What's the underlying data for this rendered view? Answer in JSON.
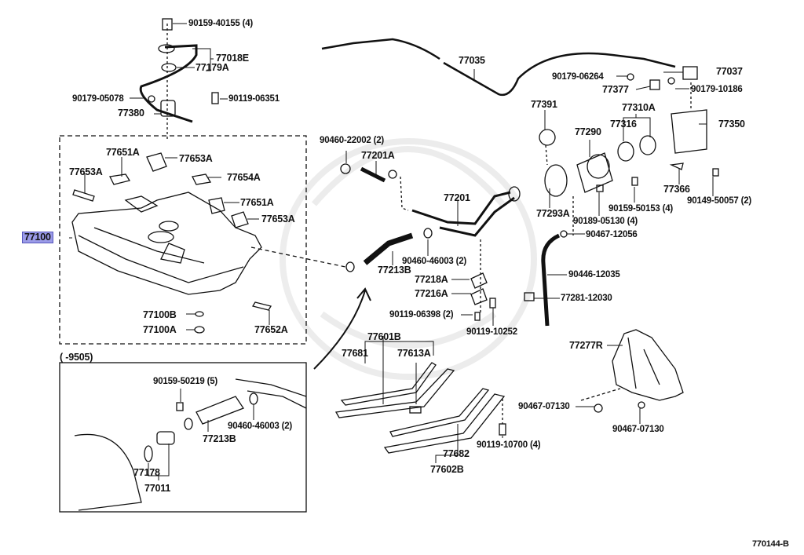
{
  "diagram": {
    "type": "exploded parts diagram",
    "subject": "Fuel tank & fuel tube assembly",
    "diagram_code": "770144-B",
    "highlighted_part": "77100",
    "inset_note": "(       -9505)"
  },
  "labels": {
    "p90159_40155": "90159-40155 (4)",
    "p77018E": "77018E",
    "p77179A": "77179A",
    "p90179_05078": "90179-05078",
    "p90119_06351": "90119-06351",
    "p77380": "77380",
    "p77100": "77100",
    "p77651A_1": "77651A",
    "p77653A_1": "77653A",
    "p77653A_2": "77653A",
    "p77654A": "77654A",
    "p77651A_2": "77651A",
    "p77653A_3": "77653A",
    "p77100B": "77100B",
    "p77100A": "77100A",
    "p77652A": "77652A",
    "p77035": "77035",
    "p90460_22002": "90460-22002 (2)",
    "p77201A": "77201A",
    "p77201": "77201",
    "p90460_46003": "90460-46003 (2)",
    "p77213B": "77213B",
    "p77218A": "77218A",
    "p77216A": "77216A",
    "p90119_06398": "90119-06398 (2)",
    "p90119_10252": "90119-10252",
    "p77601B": "77601B",
    "p77681": "77681",
    "p77613A": "77613A",
    "p77682": "77682",
    "p77602B": "77602B",
    "p90119_10700": "90119-10700 (4)",
    "p77037": "77037",
    "p90179_06264": "90179-06264",
    "p77377": "77377",
    "p90179_10186": "90179-10186",
    "p77391": "77391",
    "p77310A": "77310A",
    "p77316": "77316",
    "p77290": "77290",
    "p77350": "77350",
    "p77293A": "77293A",
    "p90189_05130": "90189-05130 (4)",
    "p90159_50153": "90159-50153 (4)",
    "p77366": "77366",
    "p90149_50057": "90149-50057 (2)",
    "p90467_12056": "90467-12056",
    "p90446_12035": "90446-12035",
    "p77281_12030": "77281-12030",
    "p77277R": "77277R",
    "p90467_07130_a": "90467-07130",
    "p90467_07130_b": "90467-07130",
    "inset_90159_50219": "90159-50219 (5)",
    "inset_90460_46003": "90460-46003 (2)",
    "inset_77213B": "77213B",
    "inset_77178": "77178",
    "inset_77011": "77011"
  }
}
